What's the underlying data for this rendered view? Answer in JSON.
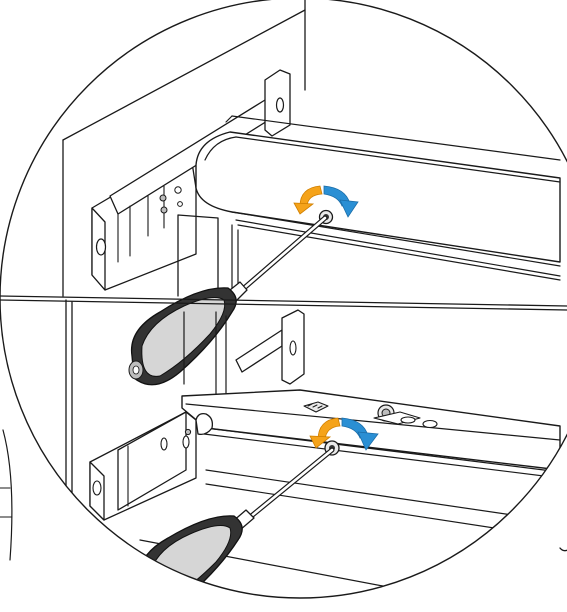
{
  "diagram": {
    "type": "assembly-instruction",
    "panels": [
      {
        "id": "upper-detail",
        "step": "unscrew-top-rail-screw"
      },
      {
        "id": "lower-detail",
        "step": "unscrew-bottom-rail-screw"
      }
    ],
    "colors": {
      "line": "#1a1a1a",
      "arrow_orange": "#f5a31a",
      "arrow_blue": "#2a8fd4",
      "handle_dark": "#333333",
      "handle_light": "#d6d6d6",
      "background": "#ffffff"
    },
    "icons": [
      "screwdriver-icon",
      "rotate-arrow-icon"
    ]
  }
}
